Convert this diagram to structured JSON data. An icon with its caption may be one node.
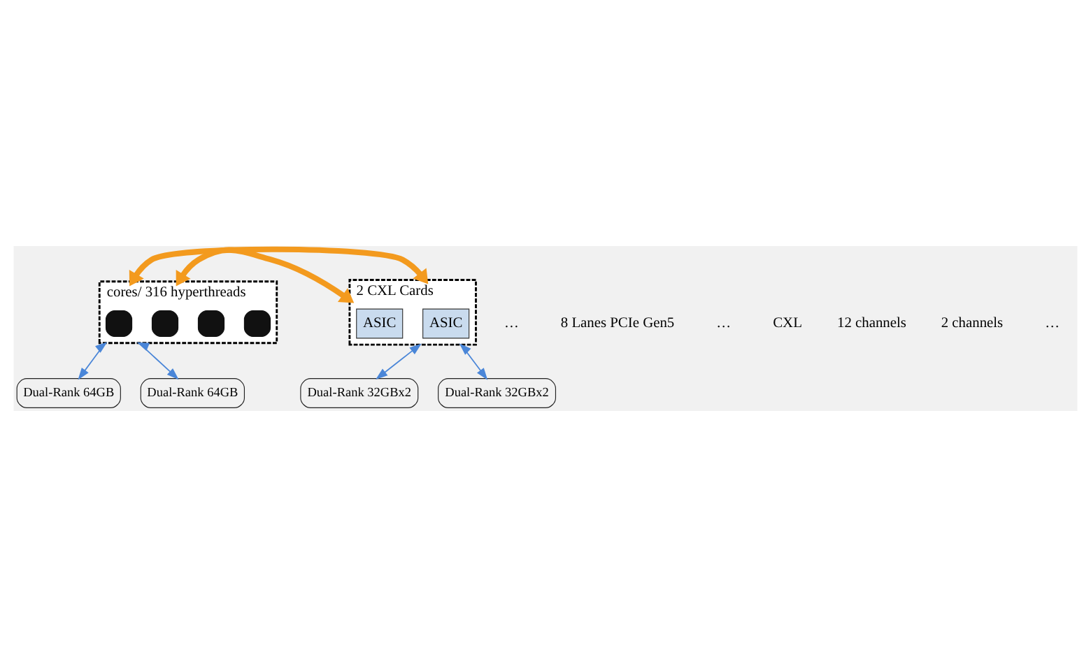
{
  "diagram": {
    "nodes": [
      {
        "text": [
          "cores/ 316 hyperthreads"
        ]
      },
      {
        "text": [],
        "shape": "chip",
        "in": 0
      },
      {
        "text": [],
        "shape": "chip",
        "in": 0
      },
      {
        "text": [],
        "shape": "chip",
        "in": 0
      },
      {
        "text": [],
        "shape": "chip",
        "in": 0
      },
      {
        "text": [
          "2 CXL Cards"
        ]
      },
      {
        "text": [
          "ASIC"
        ],
        "in": 5
      },
      {
        "text": [
          "ASIC"
        ],
        "in": 5
      },
      {
        "text": [
          "Dual-Rank 64GB"
        ]
      },
      {
        "text": [
          "Dual-Rank 64GB"
        ]
      },
      {
        "text": [
          "Dual-Rank 32GBx2"
        ]
      },
      {
        "text": [
          "Dual-Rank 32GBx2"
        ]
      }
    ],
    "edges": [
      {
        "from": 0,
        "to": 8,
        "arrow": "both"
      },
      {
        "from": 0,
        "to": 9,
        "arrow": "both"
      },
      {
        "from": 0,
        "to": 5,
        "arrow": "both",
        "style": "thick",
        "color": "#f39a1e"
      },
      {
        "from": 0,
        "to": 5,
        "arrow": "both",
        "style": "thick",
        "color": "#f39a1e"
      },
      {
        "from": 5,
        "to": 10,
        "arrow": "both"
      },
      {
        "from": 5,
        "to": 11,
        "arrow": "both"
      }
    ],
    "labels": [
      "…",
      "8 Lanes PCIe Gen5",
      "…",
      "CXL",
      "12 channels",
      "2 channels",
      "…"
    ]
  }
}
